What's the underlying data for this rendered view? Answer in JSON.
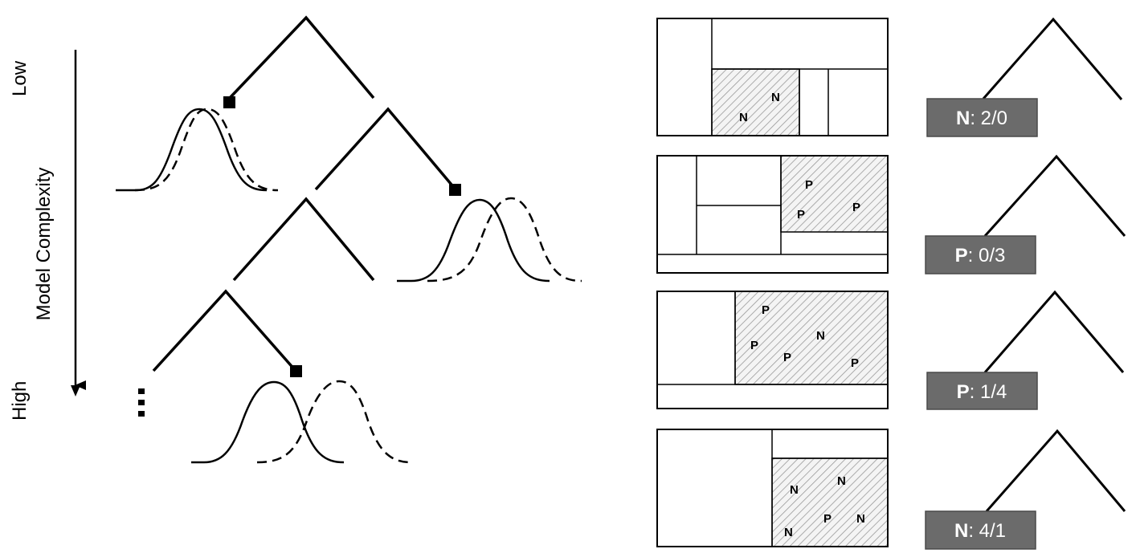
{
  "axis": {
    "low_label": "Low",
    "title": "Model Complexity",
    "high_label": "High"
  },
  "panels": [
    {
      "points": [
        "N",
        "N"
      ],
      "badge": {
        "class_label": "N",
        "counts": ": 2/0"
      }
    },
    {
      "points": [
        "P",
        "P",
        "P"
      ],
      "badge": {
        "class_label": "P",
        "counts": ": 0/3"
      }
    },
    {
      "points": [
        "P",
        "P",
        "P",
        "N",
        "P"
      ],
      "badge": {
        "class_label": "P",
        "counts": ": 1/4"
      }
    },
    {
      "points": [
        "N",
        "N",
        "P",
        "N",
        "N"
      ],
      "badge": {
        "class_label": "N",
        "counts": ": 4/1"
      }
    }
  ],
  "colors": {
    "line": "#000000",
    "badge_fill": "#6b6b6b",
    "hatch": "#9a9a9a"
  }
}
